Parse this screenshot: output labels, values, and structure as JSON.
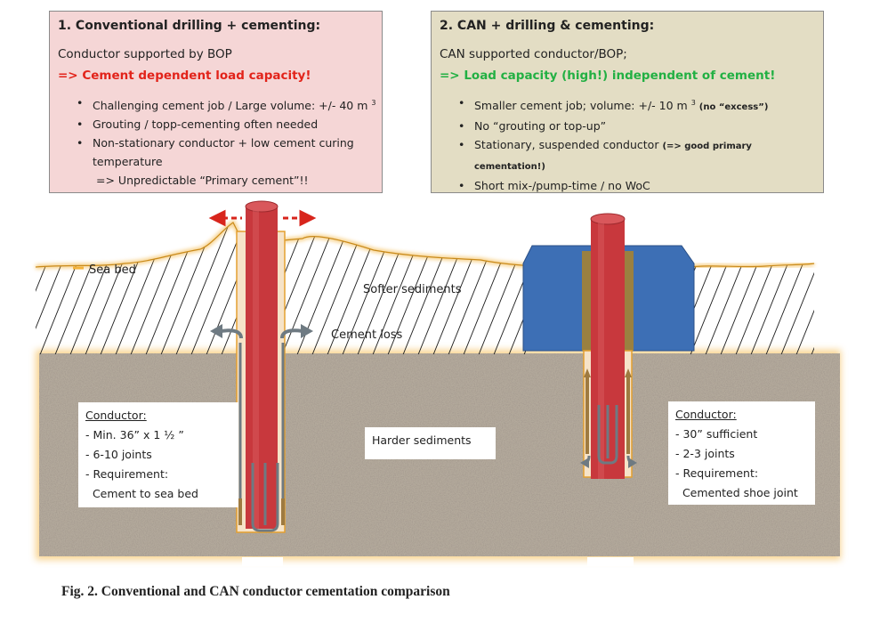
{
  "panel_conventional": {
    "title": "1.  Conventional drilling + cementing:",
    "subtitle": "Conductor supported by BOP",
    "callout": "=> Cement dependent load capacity!",
    "bullets": [
      {
        "text": "Challenging cement job / Large volume: +/- 40 m",
        "sup": "3"
      },
      {
        "text": "Grouting / topp-cementing often needed"
      },
      {
        "text": "Non-stationary conductor + low cement curing"
      },
      {
        "text": "temperature"
      },
      {
        "text": "=> Unpredictable “Primary cement”!!"
      }
    ]
  },
  "panel_can": {
    "title": "2. CAN + drilling & cementing:",
    "subtitle": "CAN supported conductor/BOP;",
    "callout": "=> Load capacity (high!) independent of cement!",
    "bullets": [
      {
        "text": "Smaller cement job; volume: +/- 10 m",
        "sup": "3",
        "note": "(no “excess”)"
      },
      {
        "text": "No “grouting or top-up”"
      },
      {
        "text": "Stationary, suspended conductor",
        "note": "(=> good primary"
      },
      {
        "note": "cementation!)"
      },
      {
        "text": "Short mix-/pump-time / no WoC"
      }
    ]
  },
  "labels": {
    "sea_bed": "Sea bed",
    "softer_sediments": "Softer sediments",
    "cement_loss": "Cement loss",
    "harder_sediments": "Harder sediments"
  },
  "conductor_left": {
    "heading": "Conductor:",
    "lines": [
      "- Min. 36” x 1 ½ ”",
      "- 6-10 joints",
      "- Requirement:",
      "  Cement to sea bed"
    ]
  },
  "conductor_right": {
    "heading": "Conductor:",
    "lines": [
      "- 30” sufficient",
      "- 2-3 joints",
      "- Requirement:",
      "  Cemented shoe joint"
    ]
  },
  "caption": "Fig. 2. Conventional and CAN conductor cementation comparison",
  "colors": {
    "conductor": "#c8383d",
    "can": "#3d6fb5",
    "cement": "#9a8040",
    "seabed_glow": "#f3b23a",
    "arrow_red": "#d8251c",
    "flow_arrow": "#6e7a82"
  }
}
